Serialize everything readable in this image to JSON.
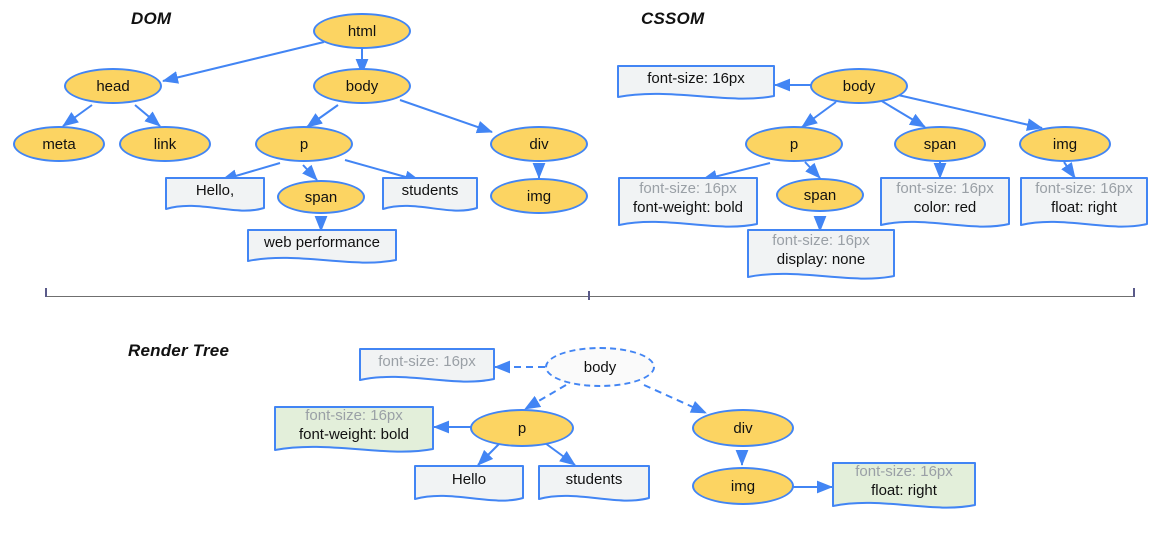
{
  "background": "#ffffff",
  "colors": {
    "node_fill": "#FCD462",
    "node_stroke": "#4285F4",
    "box_fill_gray": "#F1F3F4",
    "box_fill_green": "#E3EFDA",
    "ghost_fill": "#FAFAFA",
    "muted_text": "#9AA0A6",
    "text": "#111111",
    "divider": "#6f6f6f"
  },
  "sections": {
    "dom": {
      "title": "DOM"
    },
    "cssom": {
      "title": "CSSOM"
    },
    "render_tree": {
      "title": "Render Tree"
    }
  },
  "dom": {
    "nodes": [
      {
        "id": "html",
        "label": "html"
      },
      {
        "id": "head",
        "label": "head"
      },
      {
        "id": "body",
        "label": "body"
      },
      {
        "id": "meta",
        "label": "meta"
      },
      {
        "id": "link",
        "label": "link"
      },
      {
        "id": "p",
        "label": "p"
      },
      {
        "id": "div",
        "label": "div"
      },
      {
        "id": "span",
        "label": "span"
      },
      {
        "id": "img",
        "label": "img"
      }
    ],
    "text_boxes": [
      {
        "id": "hello",
        "label": "Hello,"
      },
      {
        "id": "students",
        "label": "students"
      },
      {
        "id": "webperf",
        "label": "web performance"
      }
    ],
    "edges": [
      [
        "html",
        "head"
      ],
      [
        "html",
        "body"
      ],
      [
        "head",
        "meta"
      ],
      [
        "head",
        "link"
      ],
      [
        "body",
        "p"
      ],
      [
        "body",
        "div"
      ],
      [
        "p",
        "hello"
      ],
      [
        "p",
        "span"
      ],
      [
        "p",
        "students"
      ],
      [
        "span",
        "webperf"
      ],
      [
        "div",
        "img"
      ]
    ]
  },
  "cssom": {
    "nodes": [
      {
        "id": "body",
        "label": "body"
      },
      {
        "id": "p",
        "label": "p"
      },
      {
        "id": "span1",
        "label": "span"
      },
      {
        "id": "span2",
        "label": "span"
      },
      {
        "id": "img",
        "label": "img"
      }
    ],
    "style_boxes": [
      {
        "id": "body-style",
        "lines": [
          {
            "text": "font-size: 16px",
            "muted": false
          }
        ]
      },
      {
        "id": "p-style",
        "lines": [
          {
            "text": "font-size: 16px",
            "muted": true
          },
          {
            "text": "font-weight: bold",
            "muted": false
          }
        ]
      },
      {
        "id": "span2-style",
        "lines": [
          {
            "text": "font-size: 16px",
            "muted": true
          },
          {
            "text": "display: none",
            "muted": false
          }
        ]
      },
      {
        "id": "span1-style",
        "lines": [
          {
            "text": "font-size: 16px",
            "muted": true
          },
          {
            "text": "color: red",
            "muted": false
          }
        ]
      },
      {
        "id": "img-style",
        "lines": [
          {
            "text": "font-size: 16px",
            "muted": true
          },
          {
            "text": "float: right",
            "muted": false
          }
        ]
      }
    ],
    "edges": [
      [
        "body",
        "body-style"
      ],
      [
        "body",
        "p"
      ],
      [
        "body",
        "span1"
      ],
      [
        "body",
        "img"
      ],
      [
        "p",
        "p-style"
      ],
      [
        "p",
        "span2"
      ],
      [
        "span2",
        "span2-style"
      ],
      [
        "span1",
        "span1-style"
      ],
      [
        "img",
        "img-style"
      ]
    ]
  },
  "render_tree": {
    "nodes": [
      {
        "id": "body",
        "label": "body",
        "ghost": true
      },
      {
        "id": "p",
        "label": "p",
        "ghost": false
      },
      {
        "id": "div",
        "label": "div",
        "ghost": false
      },
      {
        "id": "img",
        "label": "img",
        "ghost": false
      }
    ],
    "text_boxes": [
      {
        "id": "hello",
        "label": "Hello"
      },
      {
        "id": "students",
        "label": "students"
      }
    ],
    "style_boxes": [
      {
        "id": "body-style",
        "green": false,
        "lines": [
          {
            "text": "font-size: 16px",
            "muted": true
          }
        ]
      },
      {
        "id": "p-style",
        "green": true,
        "lines": [
          {
            "text": "font-size: 16px",
            "muted": true
          },
          {
            "text": "font-weight: bold",
            "muted": false
          }
        ]
      },
      {
        "id": "img-style",
        "green": true,
        "lines": [
          {
            "text": "font-size: 16px",
            "muted": true
          },
          {
            "text": "float: right",
            "muted": false
          }
        ]
      }
    ],
    "edges": [
      [
        "body",
        "body-style"
      ],
      [
        "body",
        "p"
      ],
      [
        "body",
        "div"
      ],
      [
        "p",
        "p-style"
      ],
      [
        "p",
        "hello"
      ],
      [
        "p",
        "students"
      ],
      [
        "div",
        "img"
      ],
      [
        "img",
        "img-style"
      ]
    ]
  }
}
